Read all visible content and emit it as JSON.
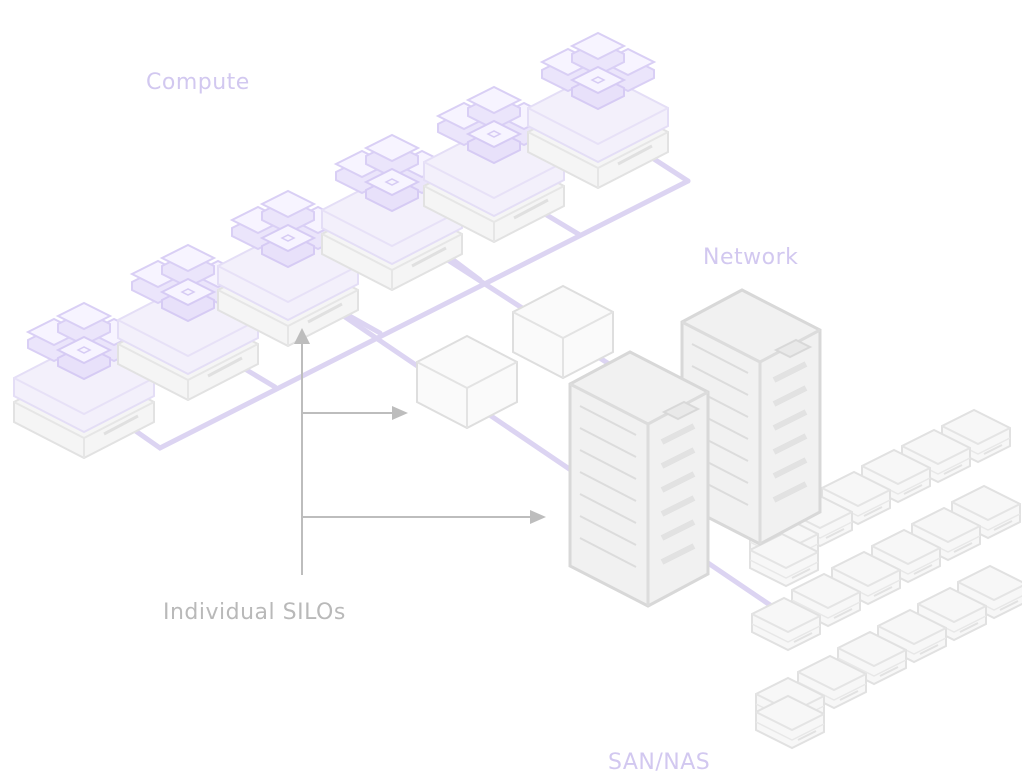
{
  "labels": {
    "compute": "Compute",
    "network": "Network",
    "silos": "Individual SILOs",
    "san_nas": "SAN/NAS"
  },
  "colors": {
    "accent_purple": "#d2c8f0",
    "link_purple": "#d8cff0",
    "label_gray": "#b9b9b9",
    "arrow_gray": "#bdbdbd",
    "outline_gray": "#dcdcdc",
    "fill_light": "#f4f4f4"
  },
  "diagram": {
    "groups": [
      "compute",
      "network",
      "san-nas"
    ],
    "compute_node_count": 6,
    "network_switch_count": 2,
    "network_rack_count": 2,
    "storage_unit_count": 20,
    "arrow_count": 3
  }
}
